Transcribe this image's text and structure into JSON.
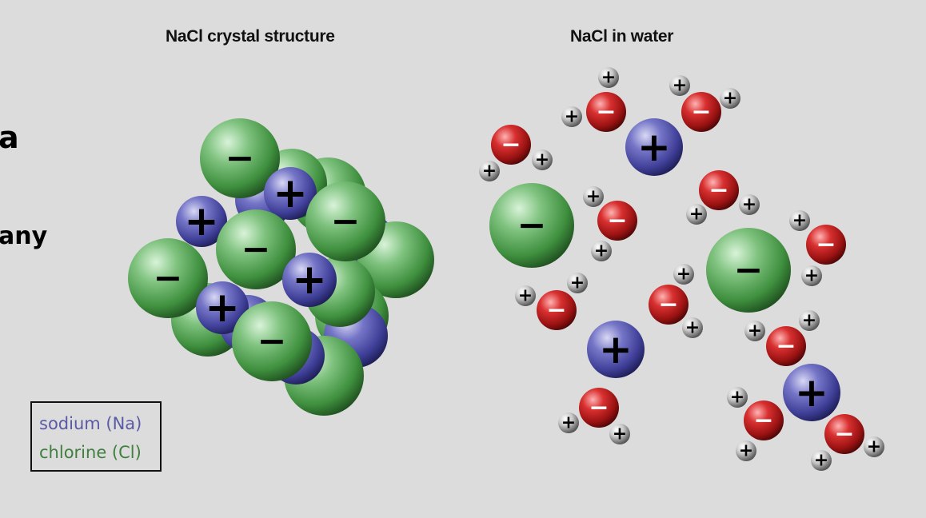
{
  "titles": {
    "crystal": "NaCl crystal structure",
    "water": "NaCl in water"
  },
  "clipped_text": {
    "line1": "a",
    "line2": "any"
  },
  "legend": {
    "sodium": "sodium (Na)",
    "chlorine": "chlorine (Cl)"
  },
  "colors": {
    "background": "#dcdcdc",
    "sodium": "#5a5aa6",
    "chlorine": "#3f7f3f",
    "oxygen": "#b01818",
    "hydrogen": "#bfbfbf"
  },
  "signs": {
    "positive": "+",
    "negative": "−"
  }
}
